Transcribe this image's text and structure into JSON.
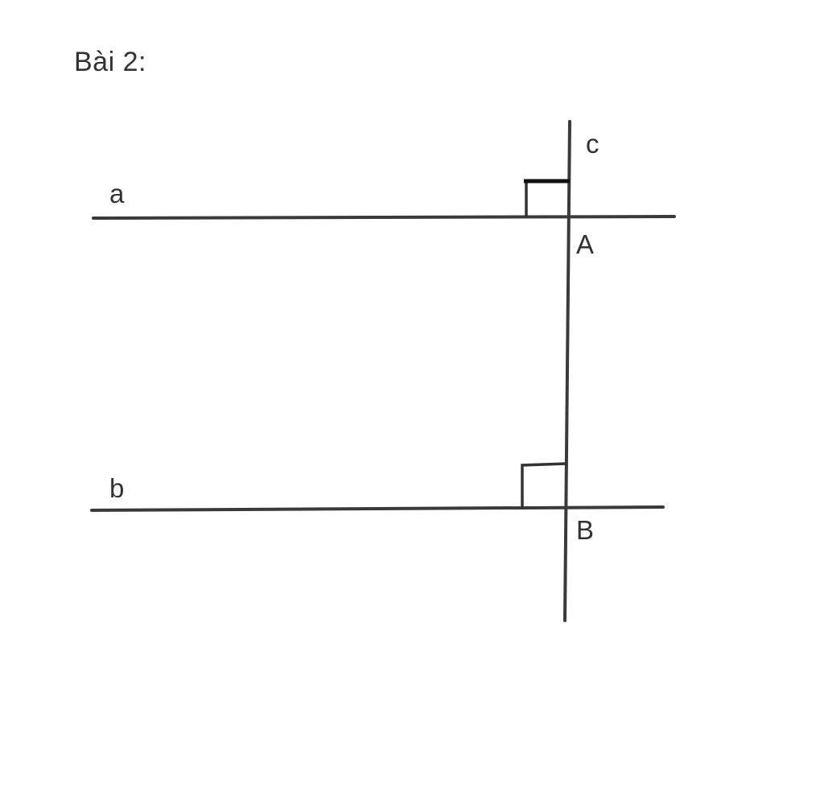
{
  "problem_title": "Bài 2:",
  "labels": {
    "line_a": "a",
    "line_b": "b",
    "line_c": "c",
    "point_A": "A",
    "point_B": "B"
  },
  "colors": {
    "stroke": "#3a3a3a",
    "text": "#333333"
  }
}
